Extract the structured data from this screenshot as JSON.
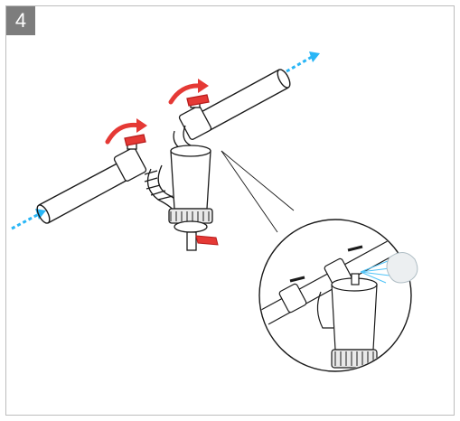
{
  "step": {
    "number": "4"
  },
  "colors": {
    "frame_border": "#bdbdbd",
    "badge_bg": "#7d7d7d",
    "flow_arrow": "#29b6f6",
    "turn_arrow": "#e53935",
    "valve_handle": "#e53935",
    "line": "#1a1a1a"
  },
  "icons": [
    "flow-direction-arrow",
    "rotate-arrow",
    "ball-valve",
    "filter-housing",
    "drain-valve",
    "water-spray",
    "magnifier-callout"
  ]
}
